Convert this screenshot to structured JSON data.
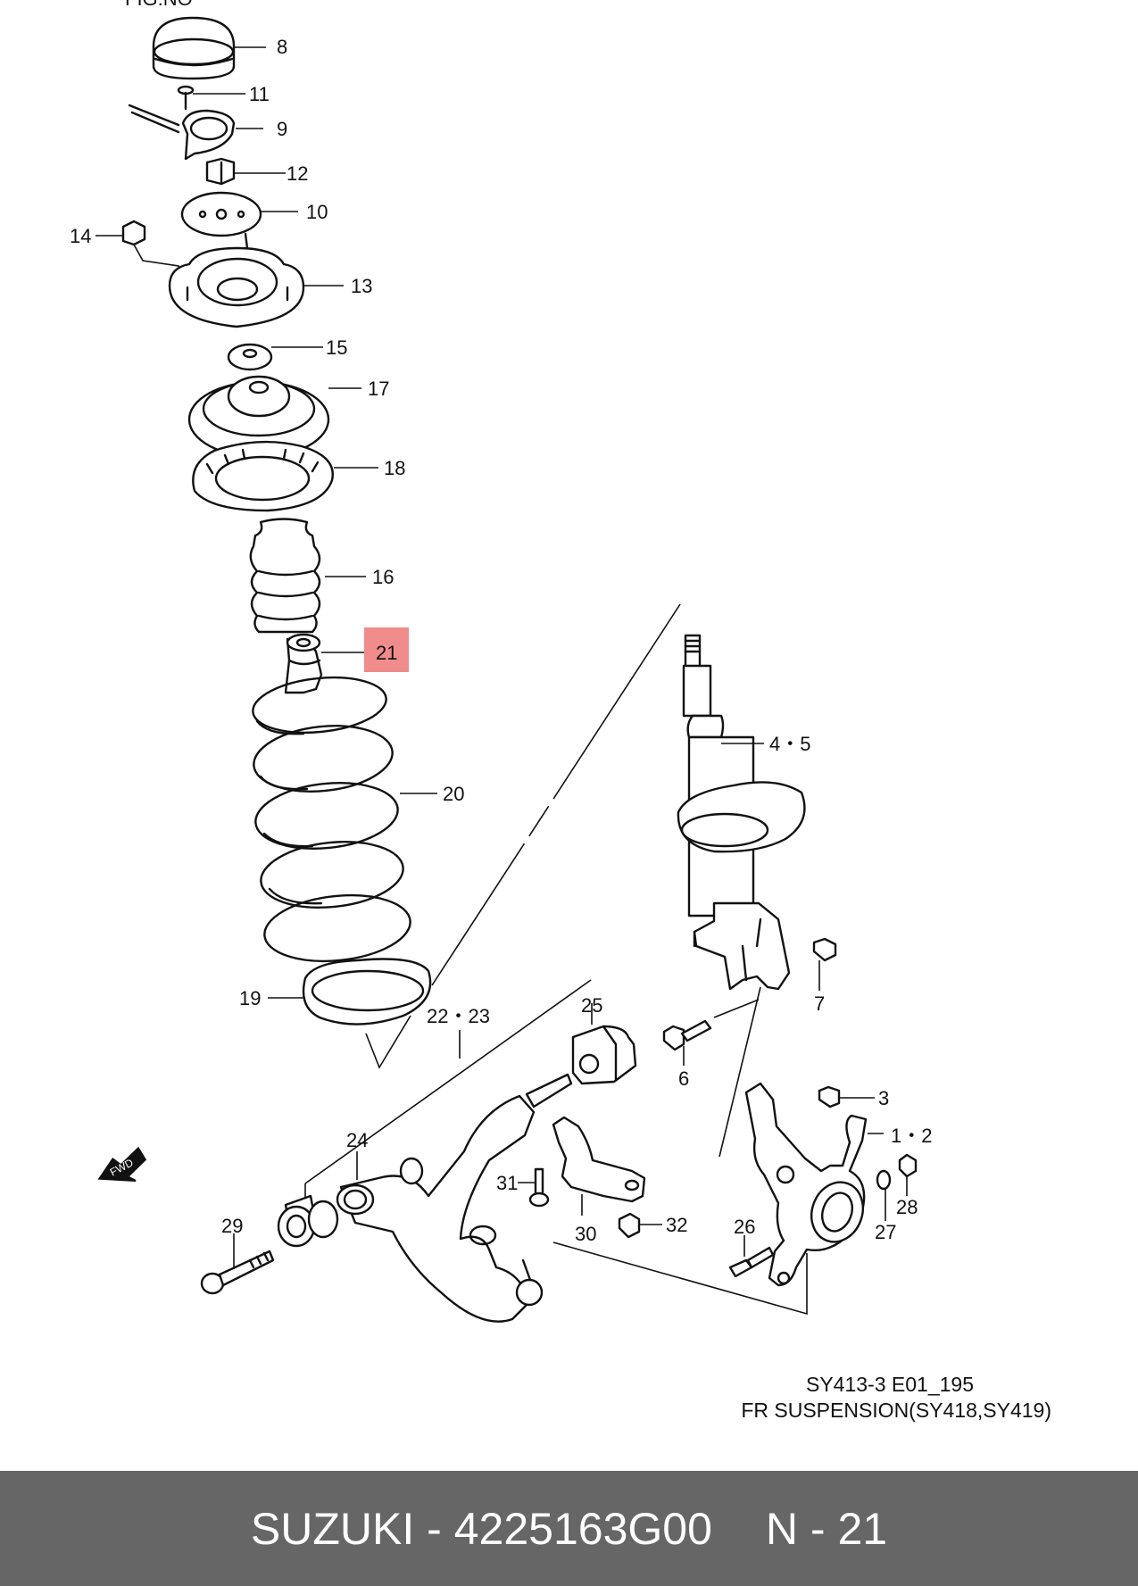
{
  "diagram": {
    "header_fragment": "FIG.NO",
    "code": "SY413-3 E01_195",
    "title": "FR SUSPENSION(SY418,SY419)",
    "fwd_label": "FWD",
    "highlight_color": "#f08c8c",
    "callouts": {
      "c8": "8",
      "c11": "11",
      "c9": "9",
      "c12": "12",
      "c10": "10",
      "c14": "14",
      "c13": "13",
      "c15": "15",
      "c17": "17",
      "c18": "18",
      "c16": "16",
      "c21": "21",
      "c20": "20",
      "c19": "19",
      "c45": "4・5",
      "c7": "7",
      "c6": "6",
      "c2223": "22・23",
      "c25": "25",
      "c3": "3",
      "c12b": "1・2",
      "c24": "24",
      "c31": "31",
      "c28": "28",
      "c32": "32",
      "c27": "27",
      "c30": "30",
      "c26": "26",
      "c29": "29"
    }
  },
  "footer": {
    "brand": "SUZUKI",
    "separator": "-",
    "part_number": "4225163G00",
    "ref": "N - 21"
  }
}
